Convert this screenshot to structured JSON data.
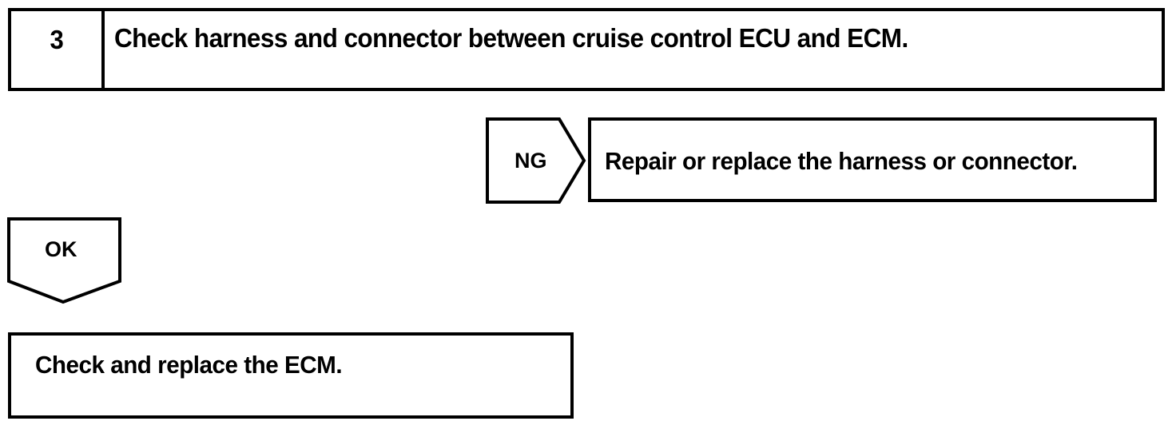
{
  "diagram": {
    "type": "troubleshooting-flowchart",
    "colors": {
      "line": "#000000",
      "background": "#ffffff",
      "text": "#000000"
    },
    "step": {
      "number": "3",
      "instruction": "Check harness and connector between cruise control ECU and ECM."
    },
    "branches": {
      "ng": {
        "label": "NG",
        "direction": "right",
        "result": "Repair or replace the harness or connector."
      },
      "ok": {
        "label": "OK",
        "direction": "down",
        "result": "Check and replace the ECM."
      }
    }
  }
}
